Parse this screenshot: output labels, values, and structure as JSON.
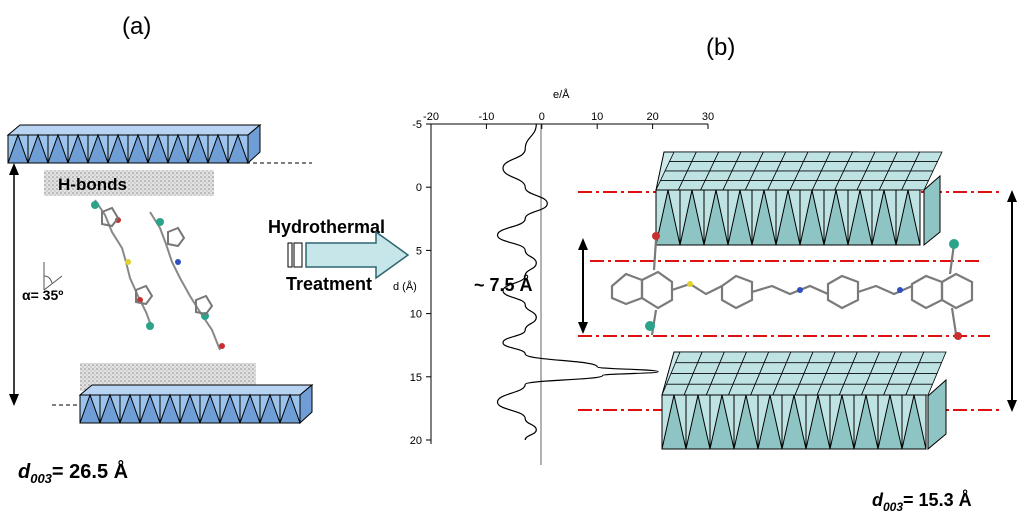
{
  "colors": {
    "octa_blue": "#9cc3ec",
    "octa_blue_side": "#6f9ed6",
    "octa_teal": "#bfe3e3",
    "octa_teal_side": "#8fc4c4",
    "dash_red": "#e01010",
    "hbond_gray": "#d6d6d6"
  },
  "panel_a": {
    "label": "(a)",
    "hbond_label": "H-bonds",
    "angle_label": "α= 35º",
    "spacing_prefix": "d",
    "spacing_sub": "003",
    "spacing_value": "= 26.5 Å"
  },
  "arrow": {
    "line1": "Hydrothermal",
    "line2": "Treatment"
  },
  "panel_b": {
    "label": "(b)",
    "inner_spacing": "~ 7.5 Å",
    "spacing_prefix": "d",
    "spacing_sub": "003",
    "spacing_value": "= 15.3 Å"
  },
  "chart_data": {
    "type": "line",
    "title": "",
    "xlabel": "e/Å",
    "ylabel": "d (Å)",
    "x_ticks": [
      "-20",
      "-10",
      "0",
      "10",
      "20",
      "30"
    ],
    "y_ticks": [
      "-5",
      "0",
      "5",
      "10",
      "15",
      "20"
    ],
    "xlim": [
      -20,
      30
    ],
    "ylim": [
      -5,
      20
    ],
    "grid": false,
    "series": [
      {
        "points": [
          [
            -1,
            -5
          ],
          [
            -3,
            -3
          ],
          [
            -7,
            -1.5
          ],
          [
            -3,
            0
          ],
          [
            1,
            1.3
          ],
          [
            -3,
            2.5
          ],
          [
            -8,
            3.8
          ],
          [
            -3,
            5.0
          ],
          [
            -1,
            6.0
          ],
          [
            -3,
            7.0
          ],
          [
            -7,
            8.2
          ],
          [
            -3,
            9.3
          ],
          [
            -1,
            10.3
          ],
          [
            -3,
            11.3
          ],
          [
            -7,
            12.3
          ],
          [
            -3,
            13.2
          ],
          [
            10,
            14.2
          ],
          [
            21,
            14.6
          ],
          [
            11,
            14.9
          ],
          [
            -3,
            15.6
          ],
          [
            -8,
            17.0
          ],
          [
            -3,
            18.3
          ],
          [
            -1,
            19.2
          ],
          [
            -3,
            20
          ]
        ]
      }
    ]
  }
}
